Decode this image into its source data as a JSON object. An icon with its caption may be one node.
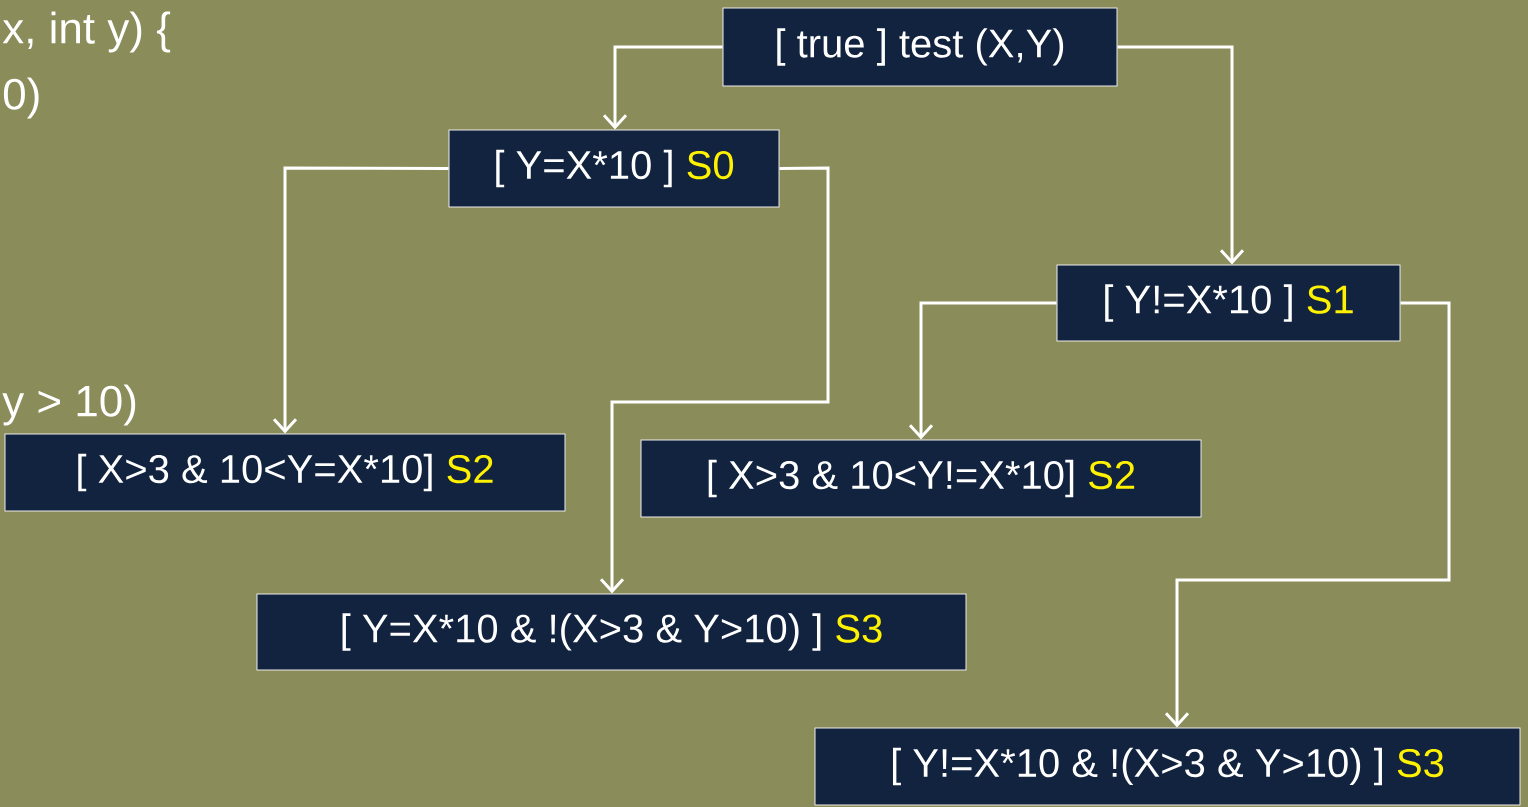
{
  "diagram": {
    "nodes": [
      {
        "text": [
          "[ true ] test (X,Y)"
        ]
      },
      {
        "text": [
          "[ Y=X*10 ]",
          "S0"
        ]
      },
      {
        "text": [
          "[ Y!=X*10 ]",
          "S1"
        ]
      },
      {
        "text": [
          "[ X>3 & 10<Y=X*10]",
          "S2"
        ]
      },
      {
        "text": [
          "[ X>3 & 10<Y!=X*10]",
          "S2"
        ]
      },
      {
        "text": [
          "[ Y=X*10 & !(X>3 & Y>10) ]",
          "S3"
        ]
      },
      {
        "text": [
          "[ Y!=X*10 & !(X>3 & Y>10) ]",
          "S3"
        ]
      }
    ],
    "edges": [
      {
        "from": 0,
        "to": 1,
        "arrow": "to"
      },
      {
        "from": 0,
        "to": 2,
        "arrow": "to"
      },
      {
        "from": 1,
        "to": 3,
        "arrow": "to"
      },
      {
        "from": 1,
        "to": 5,
        "arrow": "to"
      },
      {
        "from": 2,
        "to": 4,
        "arrow": "to"
      },
      {
        "from": 2,
        "to": 6,
        "arrow": "to"
      }
    ],
    "labels": [
      "x, int y) {",
      "0)",
      "y > 10)"
    ]
  }
}
